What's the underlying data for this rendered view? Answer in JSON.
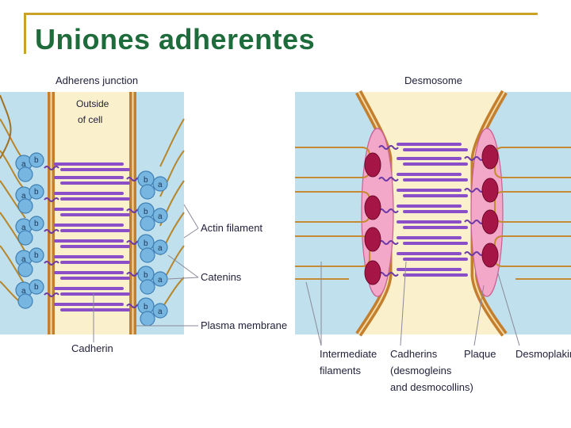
{
  "slide": {
    "title": "Uniones adherentes"
  },
  "adherens_panel": {
    "heading": "Adherens junction",
    "outside_label_1": "Outside",
    "outside_label_2": "of cell",
    "subunit_a": "a",
    "subunit_b": "b",
    "labels": {
      "actin": "Actin filament",
      "catenins": "Catenins",
      "membrane": "Plasma membrane",
      "cadherin": "Cadherin"
    }
  },
  "desmosome_panel": {
    "heading": "Desmosome",
    "labels": {
      "intermediate_1": "Intermediate",
      "intermediate_2": "filaments",
      "cadherins_1": "Cadherins",
      "cadherins_2": "(desmogleins",
      "cadherins_3": "and desmocollins)",
      "plaque": "Plaque",
      "desmoplakin": "Desmoplakin"
    }
  },
  "colors": {
    "title": "#1e6b3b",
    "title_rule": "#c9a227",
    "cytoplasm": "#bfe0ec",
    "extracellular": "#fbf0cc",
    "membrane": "#c47f2e",
    "cadherin": "#8a4fc8",
    "catenin": "#76b6e0",
    "plaque": "#f3a7c9",
    "desmoplakin": "#a51646"
  }
}
